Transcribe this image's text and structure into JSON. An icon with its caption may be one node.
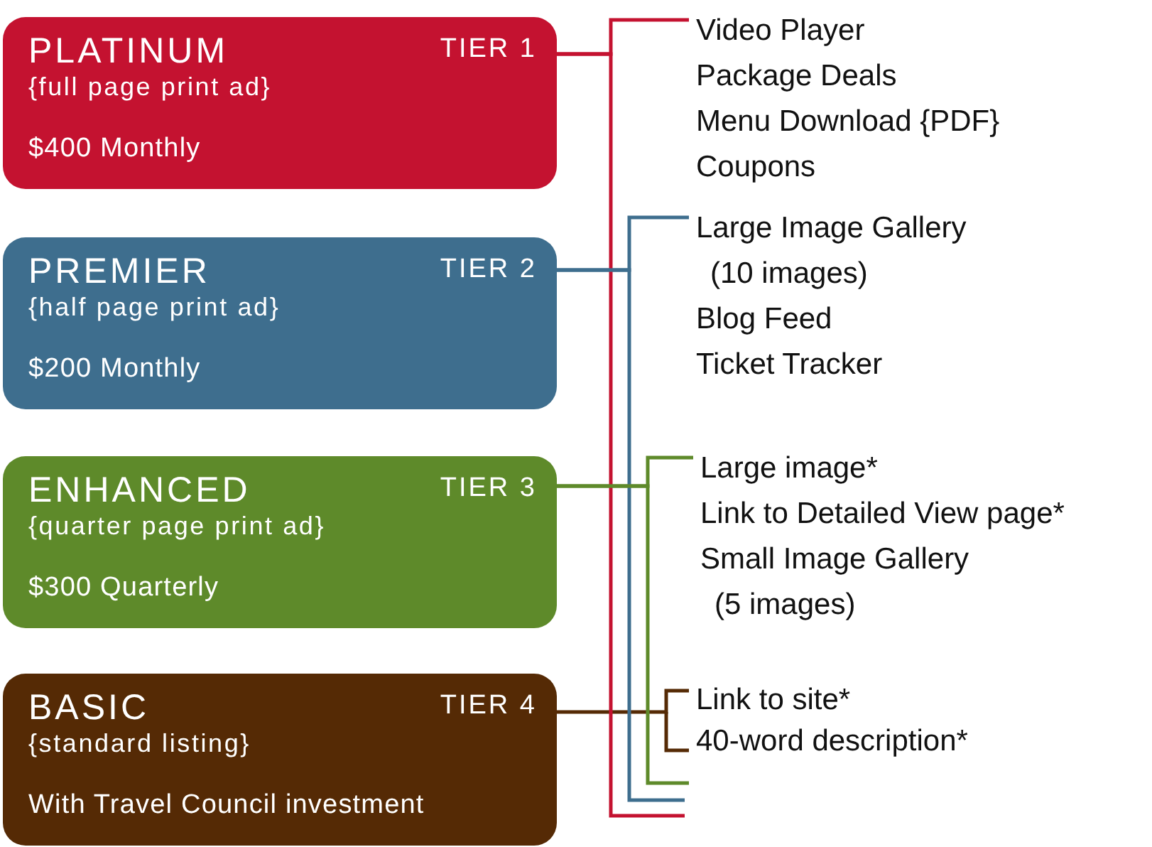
{
  "diagram": {
    "nodes": [
      {
        "text": [
          "PLATINUM",
          "TIER 1",
          "{full page print ad}",
          "$400 Monthly"
        ]
      },
      {
        "text": [
          "PREMIER",
          "TIER 2",
          "{half page print ad}",
          "$200 Monthly"
        ]
      },
      {
        "text": [
          "ENHANCED",
          "TIER 3",
          "{quarter page print ad}",
          "$300 Quarterly"
        ]
      },
      {
        "text": [
          "BASIC",
          "TIER 4",
          "{standard listing}",
          "With Travel Council investment"
        ]
      },
      {
        "text": [
          "Video Player",
          "Package Deals",
          "Menu Download {PDF}",
          "Coupons"
        ]
      },
      {
        "text": [
          "Large Image Gallery (10 images)",
          "Blog Feed",
          "Ticket Tracker"
        ]
      },
      {
        "text": [
          "Large image*",
          "Link to Detailed View page*",
          "Small Image Gallery (5 images)"
        ]
      },
      {
        "text": [
          "Link to site*",
          "40-word description*"
        ]
      }
    ],
    "edges": [
      {
        "from": 0,
        "to": 4,
        "arrow": "none",
        "color": "#c41230"
      },
      {
        "from": 1,
        "to": 5,
        "arrow": "none",
        "color": "#3e6e8e"
      },
      {
        "from": 2,
        "to": 6,
        "arrow": "none",
        "color": "#5e8a2a"
      },
      {
        "from": 3,
        "to": 7,
        "arrow": "none",
        "color": "#552a05"
      },
      {
        "from": 0,
        "to": null,
        "arrow": "none",
        "color": "#c41230"
      },
      {
        "from": 1,
        "to": null,
        "arrow": "none",
        "color": "#3e6e8e"
      },
      {
        "from": 2,
        "to": 7,
        "arrow": "none",
        "color": "#5e8a2a"
      }
    ]
  }
}
